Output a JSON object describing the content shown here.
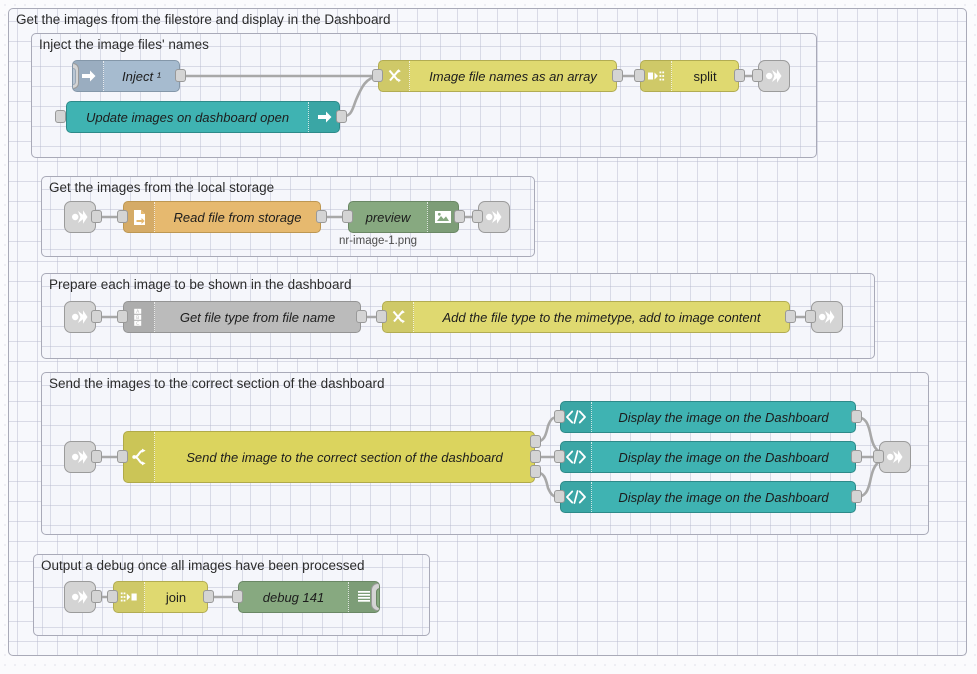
{
  "editor": {
    "canvas_name": "node-red-flow-canvas"
  },
  "groups": [
    {
      "id": "outer",
      "label": "Get the images from the filestore and display in the Dashboard"
    },
    {
      "id": "g1",
      "label": "Inject the image files' names"
    },
    {
      "id": "g2",
      "label": "Get the images from the local storage"
    },
    {
      "id": "g3",
      "label": "Prepare each image to be shown in the dashboard"
    },
    {
      "id": "g4",
      "label": "Send the images to the correct section of the dashboard"
    },
    {
      "id": "g5",
      "label": "Output a debug once all images have been processed"
    }
  ],
  "nodes": {
    "inject": {
      "label": "Inject ¹",
      "icon": "inject-arrow-icon",
      "color": "#a6bbcf"
    },
    "update_images": {
      "label": "Update images on dashboard open",
      "icon": "ui-control-arrow-icon",
      "color": "#3fb3b2"
    },
    "image_file_names": {
      "label": "Image file names as an array",
      "icon": "function-icon",
      "color": "#dfd970"
    },
    "split": {
      "label": "split",
      "icon": "split-icon",
      "color": "#dfd970"
    },
    "link_out_1": {
      "icon": "link-out-icon",
      "color": "#d4d4d4"
    },
    "link_in_2": {
      "icon": "link-in-icon",
      "color": "#d4d4d4"
    },
    "read_file": {
      "label": "Read file from storage",
      "icon": "file-in-icon",
      "color": "#e6b96f"
    },
    "preview": {
      "label": "preview",
      "icon": "image-preview-icon",
      "color": "#87a980",
      "subtext": "nr-image-1.png"
    },
    "link_out_2": {
      "icon": "link-out-icon",
      "color": "#d4d4d4"
    },
    "link_in_3": {
      "icon": "link-in-icon",
      "color": "#d4d4d4"
    },
    "get_file_type": {
      "label": "Get file type from file name",
      "icon": "change-abc-icon",
      "color": "#bbbbbb"
    },
    "add_file_type": {
      "label": "Add the file type to the mimetype, add to image content",
      "icon": "function-icon",
      "color": "#dfd970"
    },
    "link_out_3": {
      "icon": "link-out-icon",
      "color": "#d4d4d4"
    },
    "link_in_4": {
      "icon": "link-in-icon",
      "color": "#d4d4d4"
    },
    "switch_node": {
      "label": "Send the image to the correct section of the dashboard",
      "icon": "switch-fork-icon",
      "color": "#dbd45e"
    },
    "display_1": {
      "label": "Display the image on the Dashboard",
      "icon": "template-code-icon",
      "color": "#3fb3b2"
    },
    "display_2": {
      "label": "Display the image on the Dashboard",
      "icon": "template-code-icon",
      "color": "#3fb3b2"
    },
    "display_3": {
      "label": "Display the image on the Dashboard",
      "icon": "template-code-icon",
      "color": "#3fb3b2"
    },
    "link_out_4": {
      "icon": "link-out-icon",
      "color": "#d4d4d4"
    },
    "link_in_5": {
      "icon": "link-in-icon",
      "color": "#d4d4d4"
    },
    "join": {
      "label": "join",
      "icon": "join-icon",
      "color": "#dfd970"
    },
    "debug": {
      "label": "debug 141",
      "icon": "debug-lines-icon",
      "color": "#87a980"
    }
  }
}
